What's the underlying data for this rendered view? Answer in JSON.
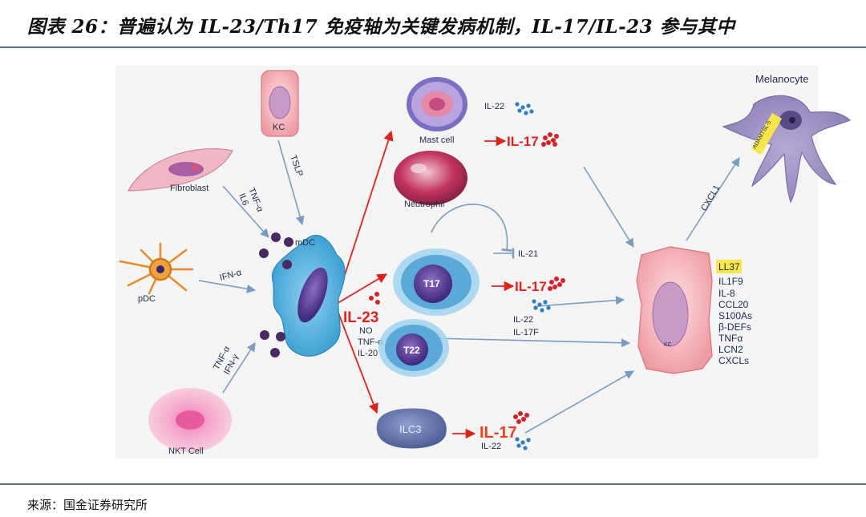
{
  "header": {
    "title": "图表 26：普遍认为 IL-23/Th17 免疫轴为关键发病机制，IL-17/IL-23 参与其中"
  },
  "footer": {
    "source": "来源：国金证券研究所"
  },
  "colors": {
    "rule": "#5b6f86",
    "red_arrow": "#e0221c",
    "blue_arrow": "#7a9cc0",
    "kc_pink": "#f3a9ae",
    "mdc_blue": "#3aa7d8",
    "t_cell_purple": "#4a2e8c",
    "highlight_yellow": "#f6e64a"
  },
  "diagram": {
    "cells": {
      "kc_top": "KC",
      "fibroblast": "Fibroblast",
      "pdc": "pDC",
      "nkt": "NKT Cell",
      "mdc": "mDC",
      "mast": "Mast cell",
      "neutrophil": "Neutrophil",
      "t17": "T17",
      "t22": "T22",
      "ilc3": "ILC3",
      "kc_right": "KC",
      "melanocyte": "Melanocyte",
      "adamtsl5": "ADAMTSL-5"
    },
    "signals": {
      "tslp": "TSLP",
      "tnf_a": "TNF-α",
      "il6": "IL6",
      "ifn_a": "IFN-α",
      "tnf_a_nkt": "TNF-α",
      "ifn_g": "IFN-γ",
      "il23": "IL-23",
      "no": "NO",
      "tnf_a_mdc": "TNF-α",
      "il20": "IL-20",
      "il22_mast": "IL-22",
      "il17_mast": "IL-17",
      "il21": "IL-21",
      "il17_t17": "IL-17",
      "il22_t17": "IL-22",
      "il17f": "IL-17F",
      "il17_ilc3": "IL-17",
      "il22_ilc3": "IL-22",
      "cxcl1": "CXCL1"
    },
    "kc_products": [
      "LL37",
      "IL1F9",
      "IL-8",
      "CCL20",
      "S100As",
      "β-DEFs",
      "TNFα",
      "LCN2",
      "CXCLs"
    ]
  }
}
